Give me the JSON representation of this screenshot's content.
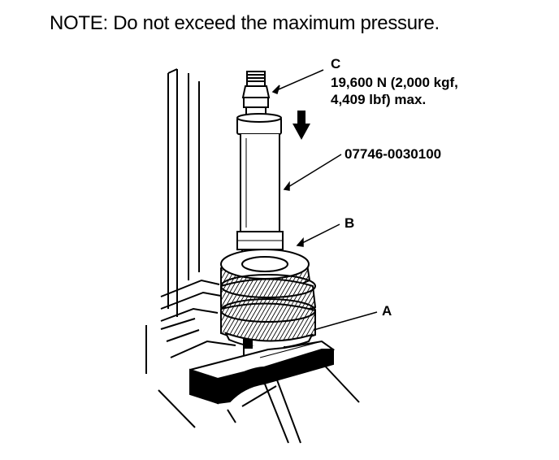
{
  "note": "NOTE: Do not exceed the maximum pressure.",
  "callouts": {
    "c_letter": "C",
    "c_spec_line1": "19,600 N (2,000 kgf,",
    "c_spec_line2": "4,409 lbf) max.",
    "tool_number": "07746-0030100",
    "b_letter": "B",
    "a_letter": "A"
  }
}
